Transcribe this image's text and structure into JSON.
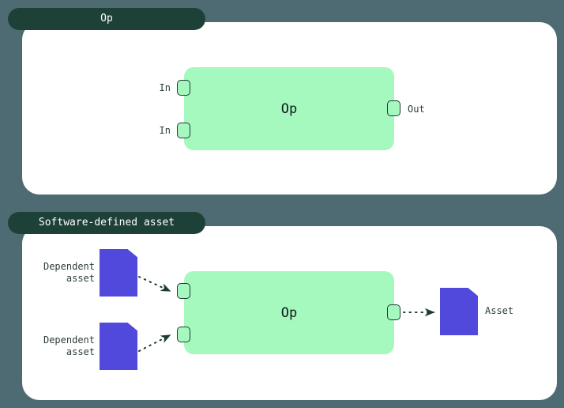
{
  "theme": {
    "background": "#4e6b73",
    "tab_background": "#1e4137",
    "tab_text": "#ffffff",
    "card_background": "#ffffff",
    "op_fill": "#a5f8be",
    "port_stroke": "#1d3b33",
    "asset_fill": "#5148dc",
    "label_text": "#2c3e3a",
    "connector": "#1d3b33"
  },
  "panels": [
    {
      "tab_label": "Op",
      "op": {
        "label": "Op",
        "inputs": [
          {
            "label": "In",
            "port_name": "input-port"
          },
          {
            "label": "In",
            "port_name": "input-port"
          }
        ],
        "outputs": [
          {
            "label": "Out",
            "port_name": "output-port"
          }
        ]
      }
    },
    {
      "tab_label": "Software-defined asset",
      "op": {
        "label": "Op",
        "inputs": [
          {
            "label": "Dependent\nasset",
            "port_name": "input-port"
          },
          {
            "label": "Dependent\nasset",
            "port_name": "input-port"
          }
        ],
        "outputs": [
          {
            "label": "Asset",
            "port_name": "output-port"
          }
        ]
      }
    }
  ]
}
